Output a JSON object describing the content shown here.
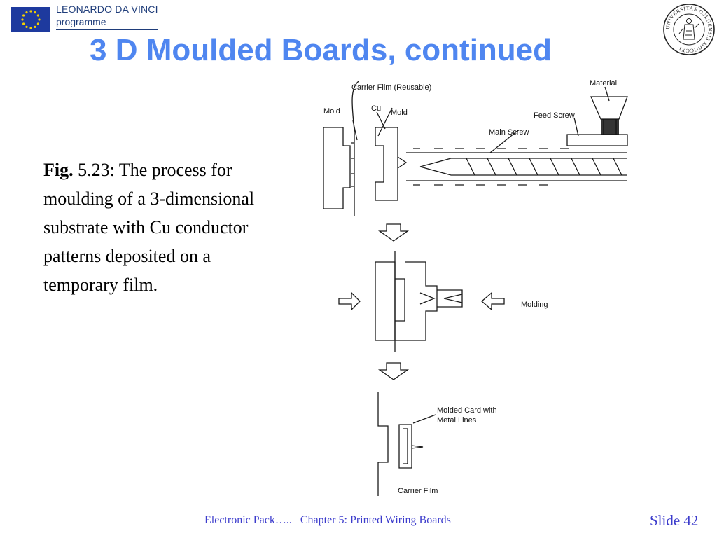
{
  "header": {
    "programme_line1": "LEONARDO DA VINCI",
    "programme_line2": "programme",
    "eu_flag_color": "#1e3a9e",
    "star_color": "#f4d000",
    "seal_text": "UNIVERSITAS OSLOENSIS MDCCCXI"
  },
  "title": "3 D Moulded Boards, continued",
  "title_color": "#4f86f0",
  "caption": {
    "label": "Fig.",
    "text": " 5.23: The process for moulding of a 3-dimensional substrate with Cu conductor patterns deposited on a temporary film."
  },
  "figure": {
    "carrier_film_reusable": "Carrier Film (Reusable)",
    "mold_left": "Mold",
    "cu": "Cu",
    "mold_right": "Mold",
    "material": "Material",
    "feed_screw": "Feed Screw",
    "main_screw": "Main Screw",
    "molding": "Molding",
    "molded_card_line1": "Molded Card with",
    "molded_card_line2": "Metal Lines",
    "carrier_film": "Carrier Film"
  },
  "footer": {
    "left": "Electronic Pack…..",
    "chapter": "Chapter 5: Printed Wiring Boards",
    "slide": "Slide 42",
    "color": "#3c3ccc"
  }
}
